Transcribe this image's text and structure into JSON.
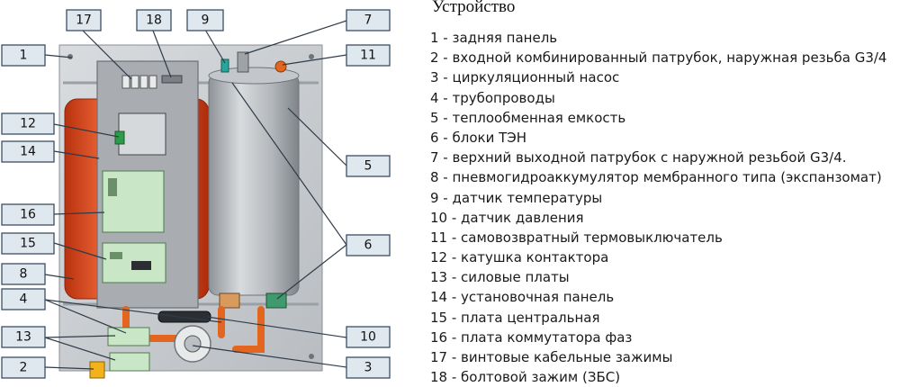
{
  "legend": {
    "title": "Устройство",
    "items": [
      "1 - задняя панель",
      "2 - входной комбинированный патрубок, наружная резьба G3/4",
      "3 - циркуляционный насос",
      "4 - трубопроводы",
      "5 - теплообменная емкость",
      "6 - блоки ТЭН",
      "7 - верхний выходной патрубок с наружной резьбой G3/4.",
      "8 - пневмогидроаккумулятор мембранного типа (экспанзомат)",
      "9 - датчик температуры",
      "10 - датчик давления",
      "11 - самовозвратный термовыключатель",
      "12 - катушка контактора",
      "13 - силовые платы",
      "14 - установочная панель",
      "15 - плата центральная",
      "16 - плата коммутатора фаз",
      "17 - винтовые кабельные зажимы",
      "18 - болтовой зажим (ЗБС)"
    ]
  },
  "callouts": {
    "c1": "1",
    "c2": "2",
    "c3": "3",
    "c4": "4",
    "c5": "5",
    "c6": "6",
    "c7": "7",
    "c8": "8",
    "c9": "9",
    "c10": "10",
    "c11": "11",
    "c12": "12",
    "c13": "13",
    "c14": "14",
    "c15": "15",
    "c16": "16",
    "c17": "17",
    "c18": "18"
  },
  "colors": {
    "callout_fill": "#dfe7ef",
    "callout_border": "#3b4e63",
    "panel": "#cfd2d6",
    "tank": "#bcc0c4",
    "expansion_tank": "#e3461c",
    "pipe": "#e2661f",
    "board": "#c9e6c7"
  }
}
